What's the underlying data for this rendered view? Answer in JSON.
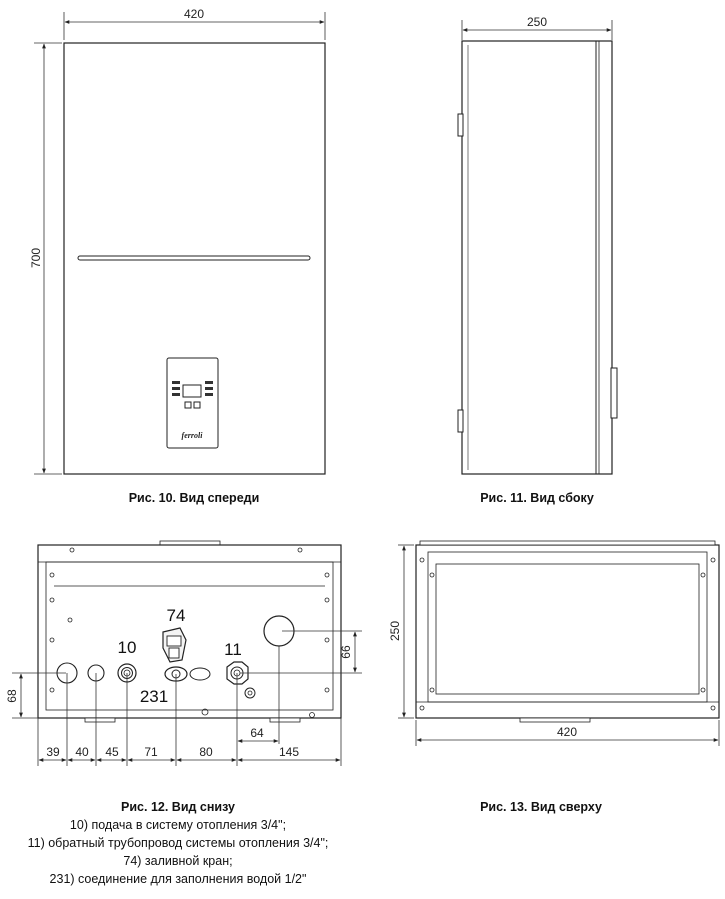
{
  "front": {
    "width_label": "420",
    "height_label": "700",
    "caption": "Рис. 10. Вид спереди",
    "logo": "ferroli"
  },
  "side": {
    "depth_label": "250",
    "caption": "Рис. 11. Вид сбоку"
  },
  "bottom": {
    "caption": "Рис. 12. Вид снизу",
    "callouts": {
      "c74": "74",
      "c10": "10",
      "c11": "11",
      "c231": "231"
    },
    "dims": {
      "d66": "66",
      "d68": "68",
      "d64": "64",
      "d39": "39",
      "d40": "40",
      "d45": "45",
      "d71": "71",
      "d80": "80",
      "d145": "145"
    },
    "legend": [
      "10) подача в систему отопления 3/4\";",
      "11) обратный трубопровод системы отопления 3/4\";",
      "74) заливной кран;",
      "231) соединение для заполнения водой 1/2\""
    ]
  },
  "top": {
    "depth_label": "250",
    "width_label": "420",
    "caption": "Рис. 13. Вид сверху"
  }
}
